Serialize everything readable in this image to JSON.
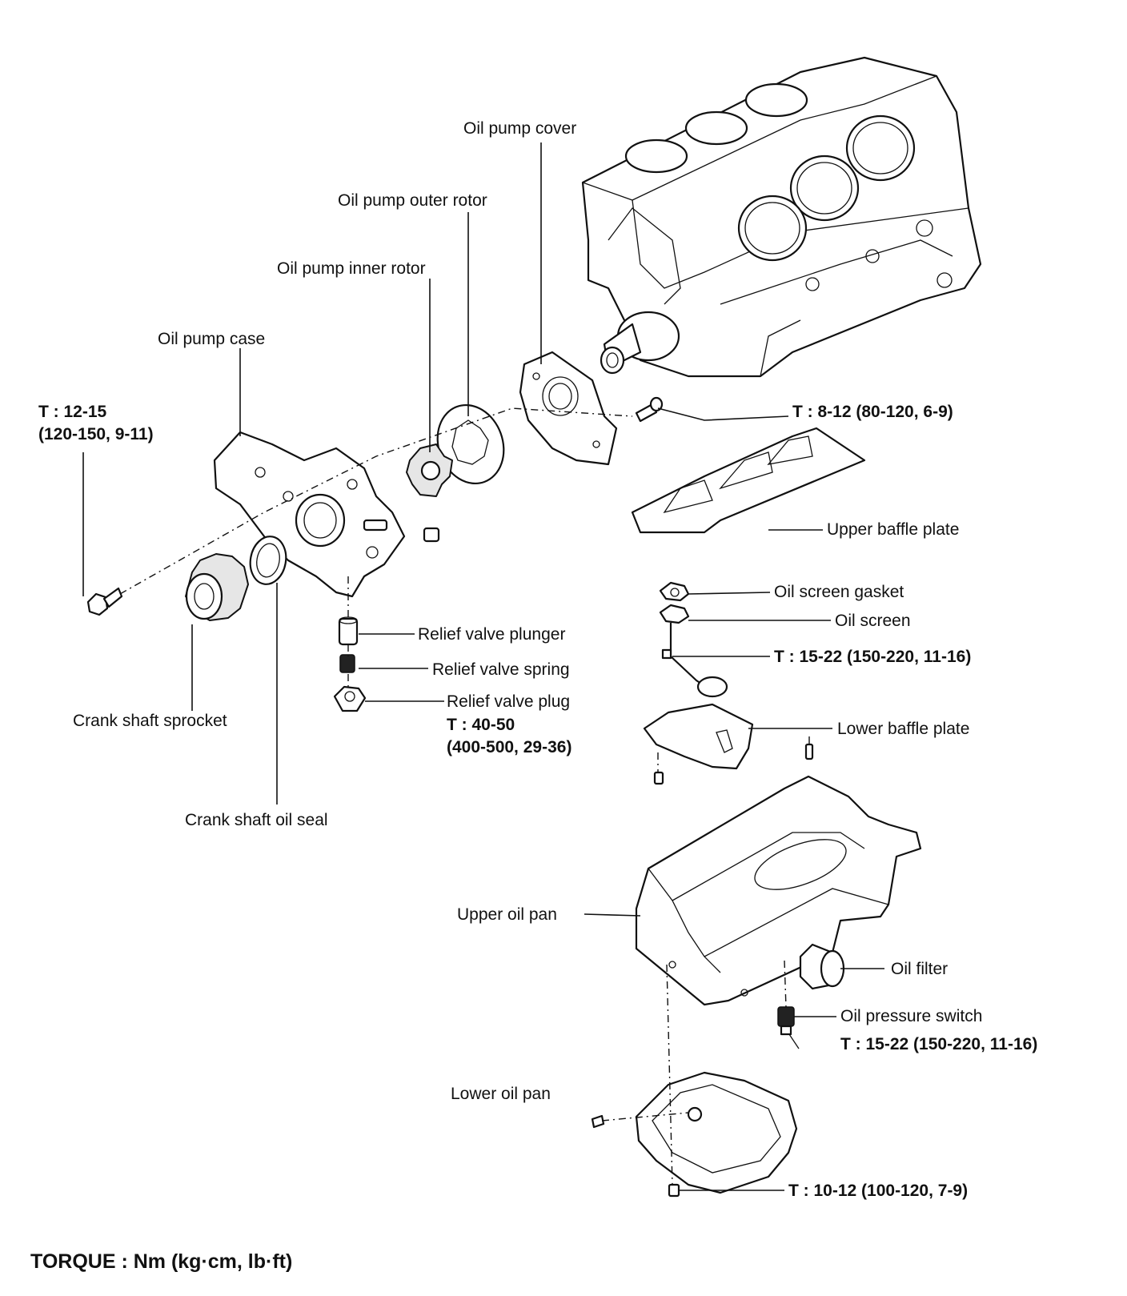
{
  "labels": {
    "oil_pump_cover": "Oil pump cover",
    "oil_pump_outer_rotor": "Oil pump outer rotor",
    "oil_pump_inner_rotor": "Oil pump inner rotor",
    "oil_pump_case": "Oil pump case",
    "torque_case_bolt_1": "T : 12-15",
    "torque_case_bolt_2": "(120-150, 9-11)",
    "torque_cover": "T : 8-12 (80-120, 6-9)",
    "upper_baffle_plate": "Upper baffle plate",
    "oil_screen_gasket": "Oil screen gasket",
    "oil_screen": "Oil screen",
    "torque_oil_screen": "T : 15-22 (150-220, 11-16)",
    "relief_valve_plunger": "Relief valve plunger",
    "relief_valve_spring": "Relief valve spring",
    "relief_valve_plug": "Relief valve plug",
    "torque_relief_plug_1": "T : 40-50",
    "torque_relief_plug_2": "(400-500, 29-36)",
    "crank_shaft_sprocket": "Crank shaft sprocket",
    "crank_shaft_oil_seal": "Crank shaft oil seal",
    "lower_baffle_plate": "Lower baffle plate",
    "upper_oil_pan": "Upper oil pan",
    "oil_filter": "Oil filter",
    "oil_pressure_switch": "Oil pressure switch",
    "torque_oil_pressure_switch": "T : 15-22 (150-220, 11-16)",
    "lower_oil_pan": "Lower oil pan",
    "torque_lower_pan": "T : 10-12 (100-120, 7-9)"
  },
  "footer": "TORQUE : Nm (kg·cm, lb·ft)"
}
